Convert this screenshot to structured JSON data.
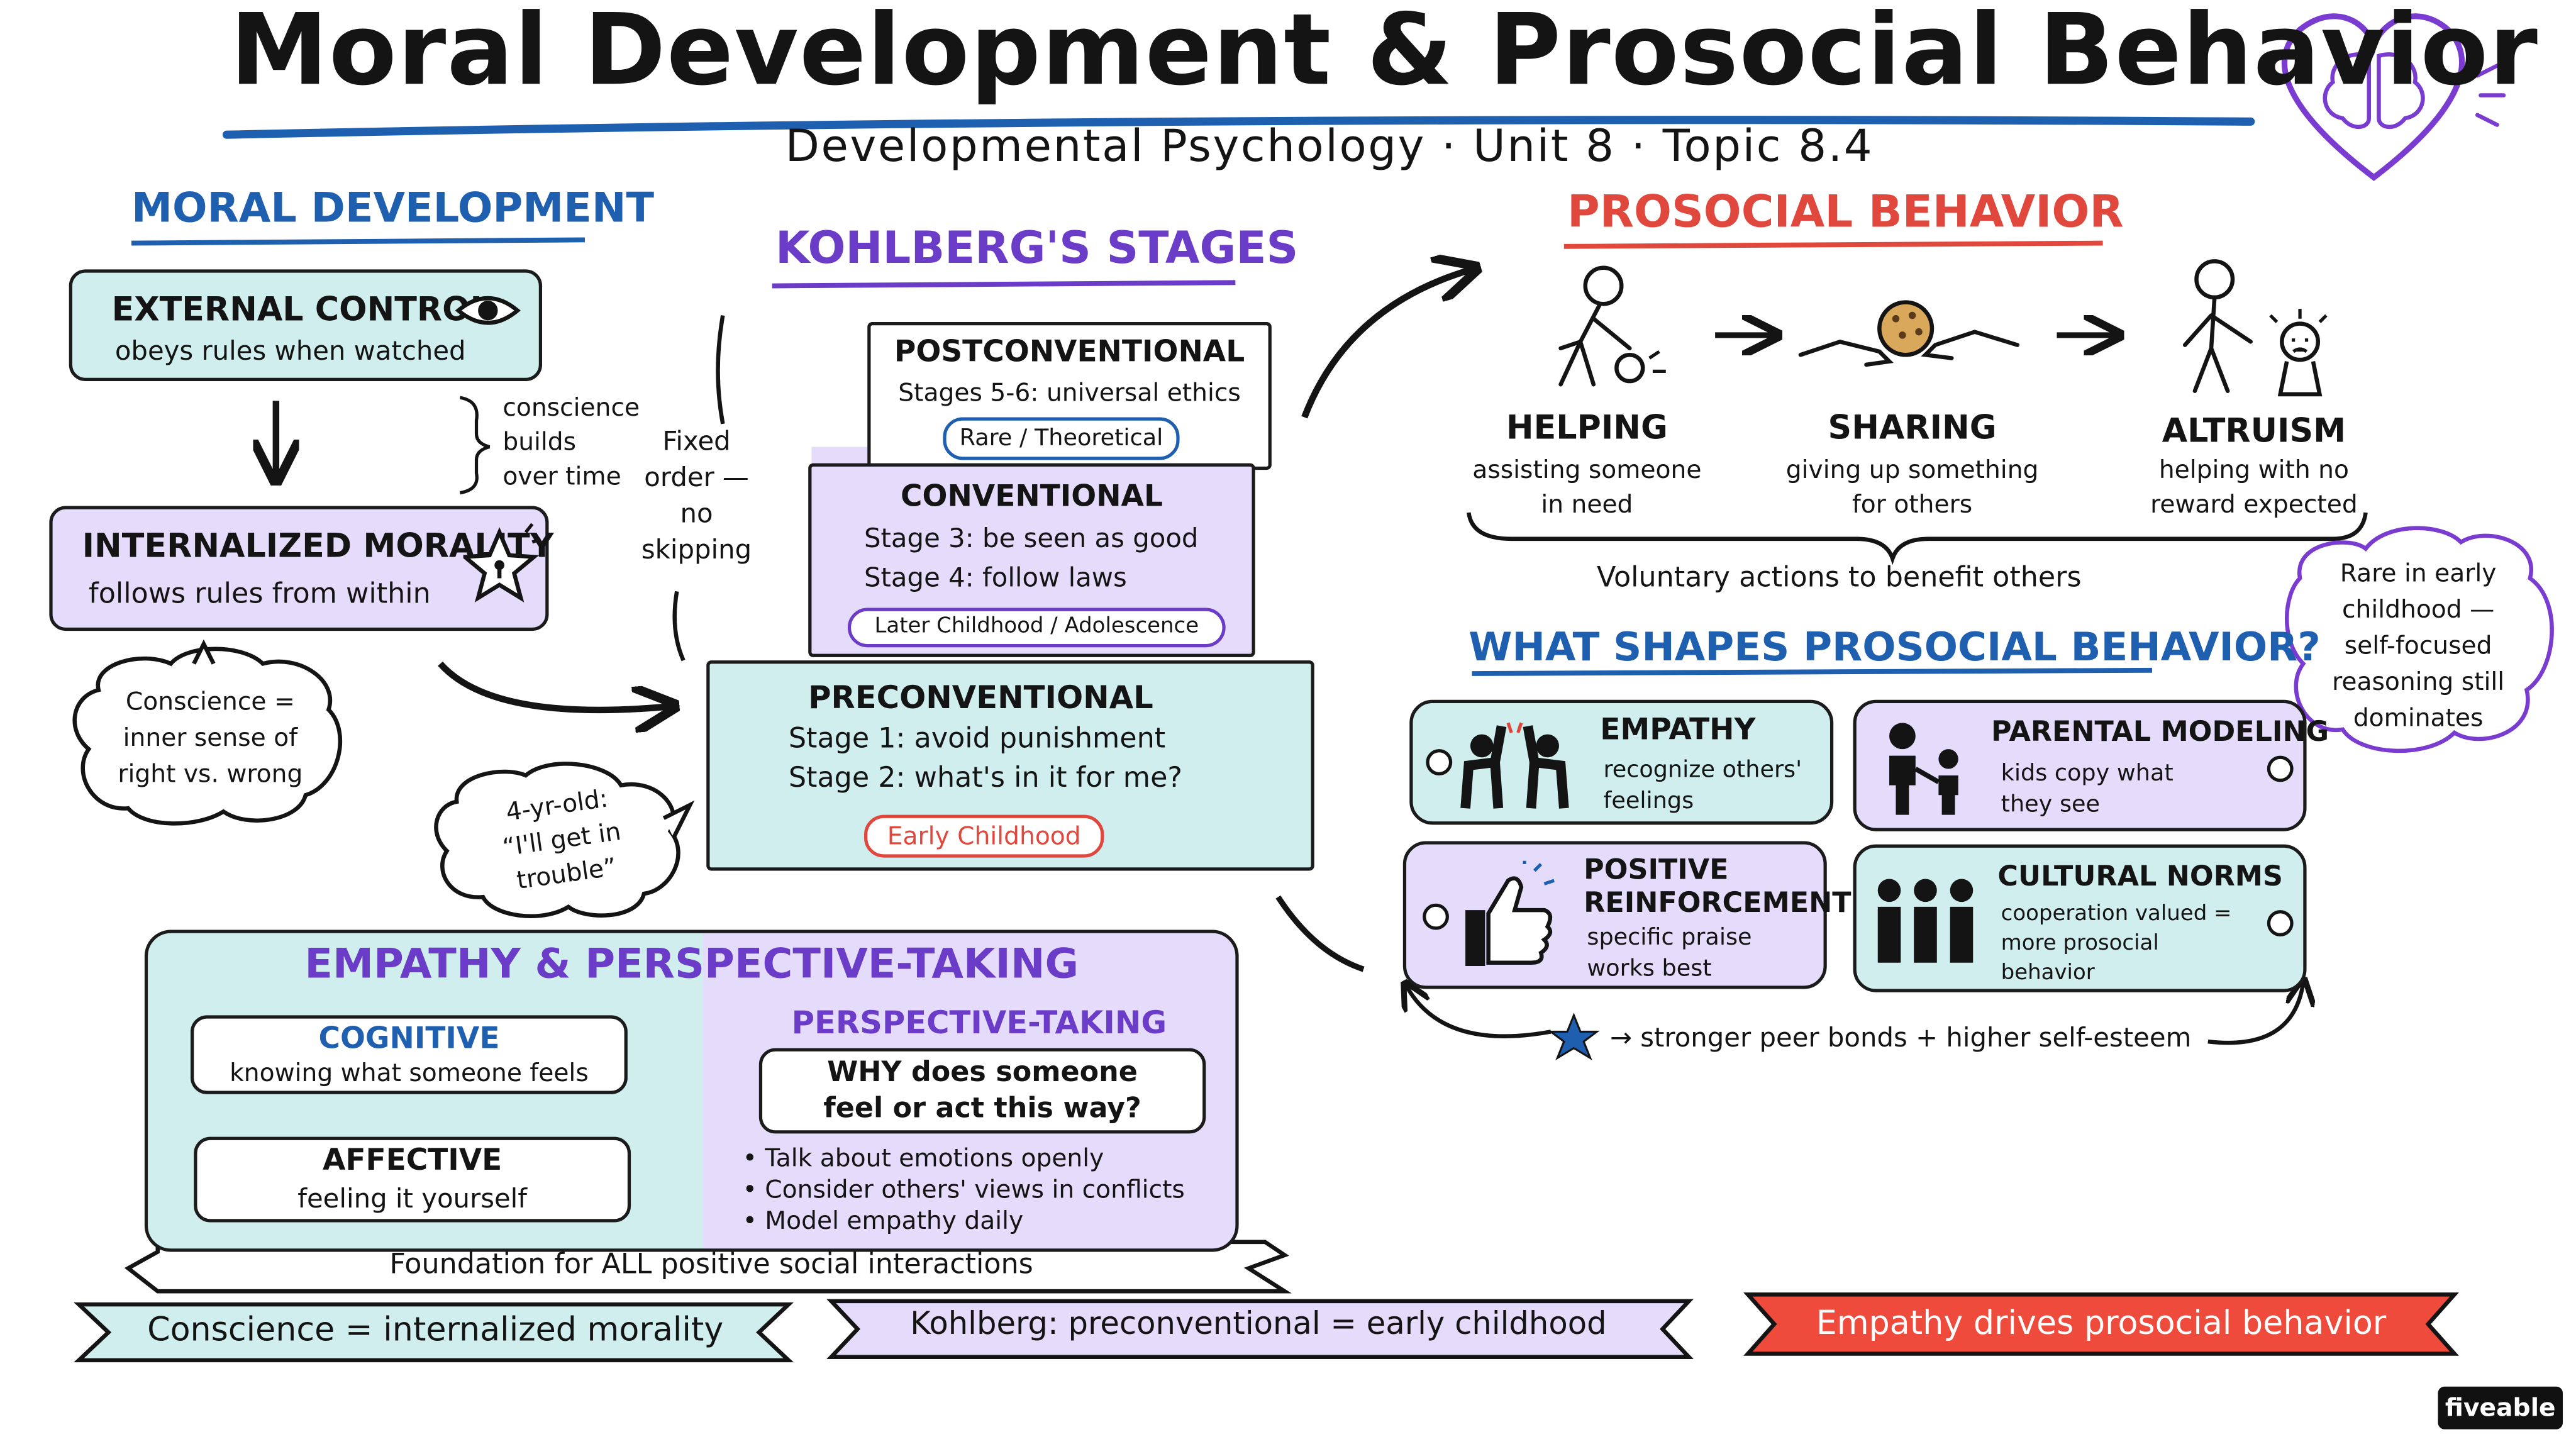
{
  "header": {
    "title": "Moral Development & Prosocial Behavior",
    "subtitle": "Developmental Psychology · Unit 8 · Topic 8.4"
  },
  "moral_development": {
    "heading": "MORAL DEVELOPMENT",
    "external": {
      "title": "EXTERNAL CONTROL",
      "desc": "obeys rules when watched"
    },
    "brace_note": [
      "conscience",
      "builds",
      "over time"
    ],
    "internalized": {
      "title": "INTERNALIZED MORALITY",
      "desc": "follows rules from within"
    },
    "conscience_bubble": [
      "Conscience =",
      "inner sense of",
      "right vs. wrong"
    ]
  },
  "kohlberg": {
    "heading": "KOHLBERG'S STAGES",
    "fixed_order": [
      "Fixed",
      "order —",
      "no",
      "skipping"
    ],
    "postconventional": {
      "title": "POSTCONVENTIONAL",
      "line1": "Stages 5-6: universal ethics",
      "tag": "Rare / Theoretical"
    },
    "conventional": {
      "title": "CONVENTIONAL",
      "line1": "Stage 3: be seen as good",
      "line2": "Stage 4: follow laws",
      "tag": "Later Childhood / Adolescence"
    },
    "preconventional": {
      "title": "PRECONVENTIONAL",
      "line1": "Stage 1: avoid punishment",
      "line2": "Stage 2: what's in it for me?",
      "tag": "Early Childhood"
    },
    "quote_bubble": [
      "4-yr-old:",
      "“I'll get in",
      "trouble”"
    ]
  },
  "prosocial": {
    "heading": "PROSOCIAL BEHAVIOR",
    "items": [
      {
        "title": "HELPING",
        "desc1": "assisting someone",
        "desc2": "in need"
      },
      {
        "title": "SHARING",
        "desc1": "giving up something",
        "desc2": "for others"
      },
      {
        "title": "ALTRUISM",
        "desc1": "helping with no",
        "desc2": "reward expected"
      }
    ],
    "summary": "Voluntary actions to benefit others",
    "rare_note": [
      "Rare in early",
      "childhood —",
      "self-focused",
      "reasoning still",
      "dominates"
    ]
  },
  "shapes": {
    "heading": "WHAT SHAPES PROSOCIAL BEHAVIOR?",
    "tags": [
      {
        "title": "EMPATHY",
        "desc": [
          "recognize others'",
          "feelings"
        ]
      },
      {
        "title": "PARENTAL MODELING",
        "desc": [
          "kids copy what",
          "they see"
        ]
      },
      {
        "title": "POSITIVE",
        "title2": "REINFORCEMENT",
        "desc": [
          "specific praise",
          "works best"
        ]
      },
      {
        "title": "CULTURAL NORMS",
        "desc": [
          "cooperation valued =",
          "more prosocial",
          "behavior"
        ]
      }
    ],
    "outcome": "→ stronger peer bonds + higher self-esteem"
  },
  "empathy": {
    "heading": "EMPATHY & PERSPECTIVE-TAKING",
    "cognitive": {
      "title": "COGNITIVE",
      "desc": "knowing what someone feels"
    },
    "affective": {
      "title": "AFFECTIVE",
      "desc": "feeling it yourself"
    },
    "perspective": {
      "title": "PERSPECTIVE-TAKING",
      "question": [
        "WHY does someone",
        "feel or act this way?"
      ],
      "bullets": [
        "Talk about emotions openly",
        "Consider others' views in conflicts",
        "Model empathy daily"
      ]
    },
    "foundation": "Foundation for ALL positive social interactions"
  },
  "banners": [
    {
      "text": "Conscience = internalized morality",
      "color": "#cfeeed"
    },
    {
      "text": "Kohlberg: preconventional = early childhood",
      "color": "#e4dcfa"
    },
    {
      "text": "Empathy drives prosocial behavior",
      "color": "#ef4b3c"
    }
  ],
  "brand": "fiveable",
  "colors": {
    "blue": "#1f5fb0",
    "purple": "#6a3cc8",
    "red": "#e0483e",
    "teal": "#cfeeed",
    "lavender": "#e4dcfa"
  },
  "icons": [
    "brain-heart-icon",
    "eye-icon",
    "star-badge-icon",
    "helping-figure-icon",
    "sharing-cookie-icon",
    "altruism-figure-icon",
    "high-five-icon",
    "parent-child-icon",
    "thumbs-up-icon",
    "group-icon",
    "star-icon"
  ]
}
